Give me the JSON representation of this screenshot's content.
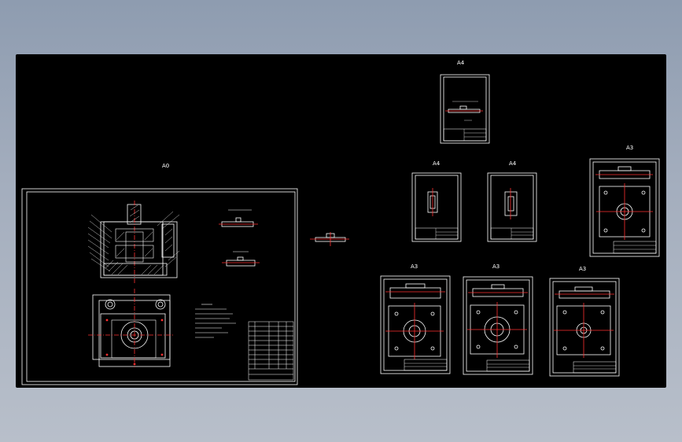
{
  "viewer": {
    "background_top": "#8e9cb0",
    "background_bottom": "#b8bfca",
    "canvas_color": "#000000"
  },
  "colors": {
    "line": "#ffffff",
    "centerline": "#ff3030",
    "hatch": "#d0d0d0",
    "label": "#ffffff"
  },
  "sheets": [
    {
      "id": "assembly",
      "label": "A0",
      "type": "assembly"
    },
    {
      "id": "part-small",
      "label": "",
      "type": "part-strip"
    },
    {
      "id": "top",
      "label": "A4",
      "type": "part-portrait"
    },
    {
      "id": "mid-left",
      "label": "A4",
      "type": "part-portrait"
    },
    {
      "id": "mid-right",
      "label": "A4",
      "type": "part-portrait"
    },
    {
      "id": "right",
      "label": "A3",
      "type": "plate"
    },
    {
      "id": "bottom-1",
      "label": "A3",
      "type": "plate"
    },
    {
      "id": "bottom-2",
      "label": "A3",
      "type": "plate"
    },
    {
      "id": "bottom-3",
      "label": "A3",
      "type": "plate"
    }
  ]
}
